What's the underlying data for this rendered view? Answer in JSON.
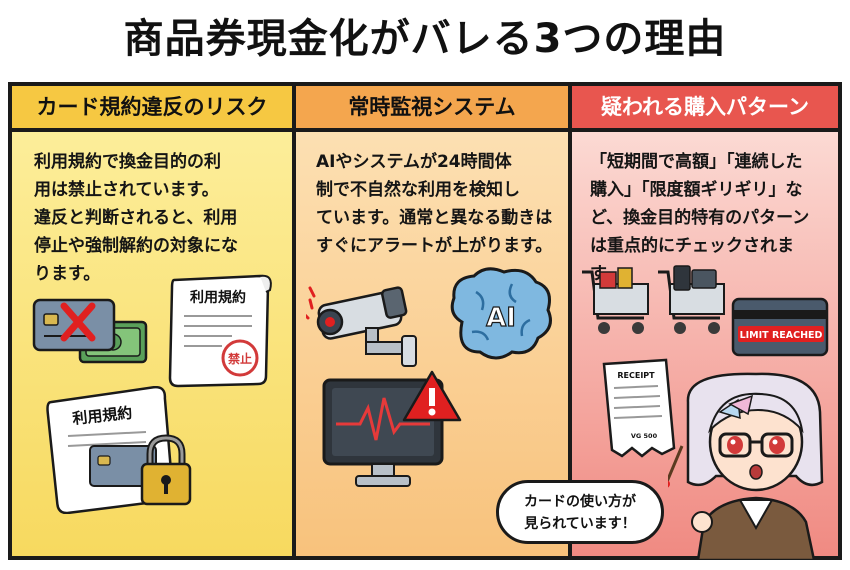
{
  "title": "商品券現金化がバレる3つの理由",
  "panels": [
    {
      "heading": "カード規約違反のリスク",
      "text": "利用規約で換金目的の利\n用は禁止されています。\n違反と判断されると、利用\n停止や強制解約の対象にな\nります。",
      "doc_label_1": "利用規約",
      "stamp_label": "禁止",
      "doc_label_2": "利用規約"
    },
    {
      "heading": "常時監視システム",
      "text": "AIやシステムが24時間体\n制で不自然な利用を検知し\nています。通常と異なる動きは\nすぐにアラートが上がります。",
      "brain_label": "AI"
    },
    {
      "heading": "疑われる購入パターン",
      "text": "「短期間で高額」「連続した\n購入」「限度額ギリギリ」な\nど、換金目的特有のパターン\nは重点的にチェックされます。",
      "receipt_label": "RECEIPT",
      "receipt_total": "VG 500",
      "card_label": "LIMIT REACHED"
    }
  ],
  "speech": "カードの使い方が\n見られています！",
  "colors": {
    "panel1": "#f6c842",
    "panel2": "#f4a64e",
    "panel3": "#e8564f",
    "alert": "#e02020"
  }
}
